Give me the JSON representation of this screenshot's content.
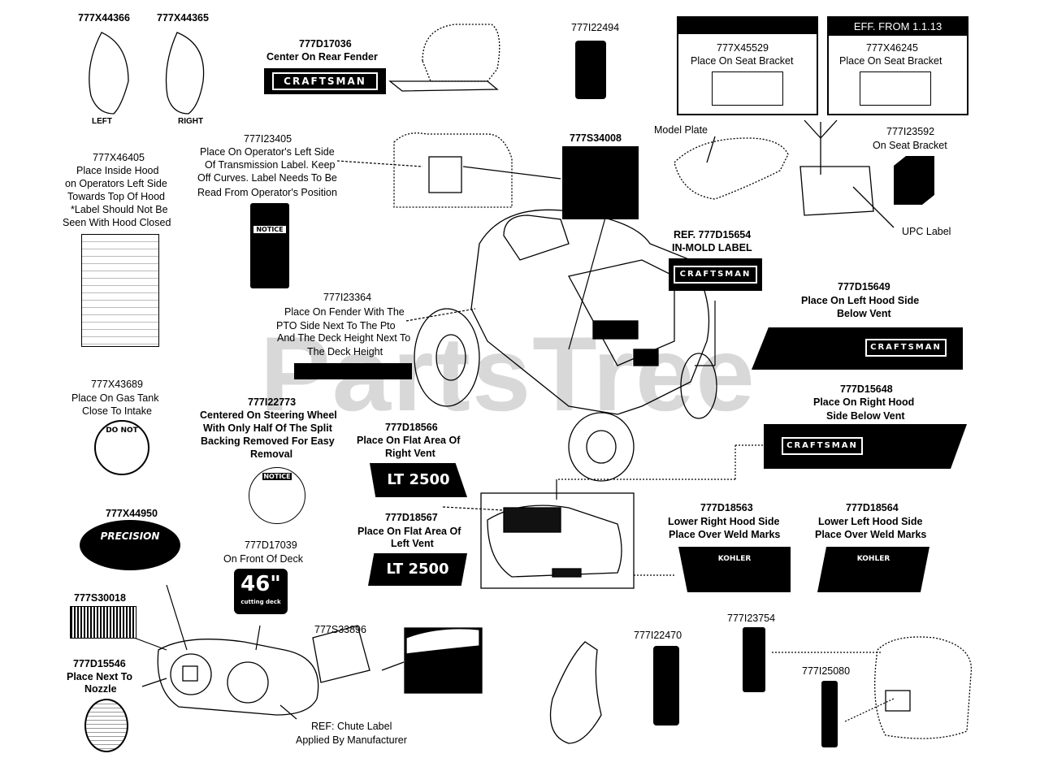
{
  "watermark": "PartsTree",
  "labels": {
    "p777X44366": "777X44366",
    "p777X44365": "777X44365",
    "left": "LEFT",
    "right": "RIGHT",
    "p777D17036": "777D17036",
    "p777D17036_desc": "Center On Rear Fender",
    "p777I22494": "777I22494",
    "p777X45529": "777X45529",
    "p777X45529_desc": "Place On Seat Bracket",
    "eff_from": "EFF. FROM 1.1.13",
    "p777X46245": "777X46245",
    "p777X46245_desc": "Place On Seat Bracket",
    "p777X46405": "777X46405",
    "p777X46405_desc": [
      "Place Inside Hood",
      "on Operators Left Side",
      "Towards Top Of Hood",
      "*Label Should Not Be",
      "Seen With Hood Closed"
    ],
    "p777I23405": "777I23405",
    "p777I23405_desc": [
      "Place On Operator's Left Side",
      "Of Transmission Label. Keep",
      "Off Curves.  Label Needs To Be",
      "Read From Operator's Position"
    ],
    "p777S34008": "777S34008",
    "model_plate": "Model Plate",
    "p777I23592": "777I23592",
    "p777I23592_desc": "On Seat Bracket",
    "upc_label": "UPC Label",
    "ref_777D15654": "REF. 777D15654",
    "in_mold": "IN-MOLD LABEL",
    "p777I23364": "777I23364",
    "p777I23364_desc": [
      "Place On Fender With The",
      "PTO Side Next To The Pto",
      "And The Deck Height Next To",
      "The Deck Height"
    ],
    "p777D15649": "777D15649",
    "p777D15649_desc": [
      "Place On Left Hood Side",
      "Below Vent"
    ],
    "p777X43689": "777X43689",
    "p777X43689_desc": [
      "Place On Gas Tank",
      "Close To Intake"
    ],
    "p777I22773": "777I22773",
    "p777I22773_desc": [
      "Centered On Steering Wheel",
      "With Only Half Of The Split",
      "Backing Removed For Easy",
      "Removal"
    ],
    "p777D18566": "777D18566",
    "p777D18566_desc": [
      "Place On Flat Area Of",
      "Right Vent"
    ],
    "p777D15648": "777D15648",
    "p777D15648_desc": [
      "Place On Right Hood",
      "Side Below Vent"
    ],
    "p777X44950": "777X44950",
    "p777D18567": "777D18567",
    "p777D18567_desc": [
      "Place On Flat Area Of",
      "Left Vent"
    ],
    "p777D18563": "777D18563",
    "p777D18563_desc": [
      "Lower Right Hood Side",
      "Place Over Weld Marks"
    ],
    "p777D18564": "777D18564",
    "p777D18564_desc": [
      "Lower Left Hood Side",
      "Place Over Weld Marks"
    ],
    "p777D17039": "777D17039",
    "p777D17039_desc": "On Front Of Deck",
    "p777S30018": "777S30018",
    "p777S33896": "777S33896",
    "p777I22470": "777I22470",
    "p777I23754": "777I23754",
    "p777D15546": "777D15546",
    "p777D15546_desc": [
      "Place Next To",
      "Nozzle"
    ],
    "p777I25080": "777I25080",
    "ref_chute": "REF: Chute Label",
    "ref_chute_2": "Applied By Manufacturer"
  },
  "decals": {
    "craftsman": "CRAFTSMAN",
    "lt2500": "LT 2500",
    "deck46": "46\"",
    "cutting_deck": "cutting deck",
    "kohler": "KOHLER",
    "do_not": "DO NOT",
    "notice": "NOTICE",
    "precision": "PRECISION"
  }
}
